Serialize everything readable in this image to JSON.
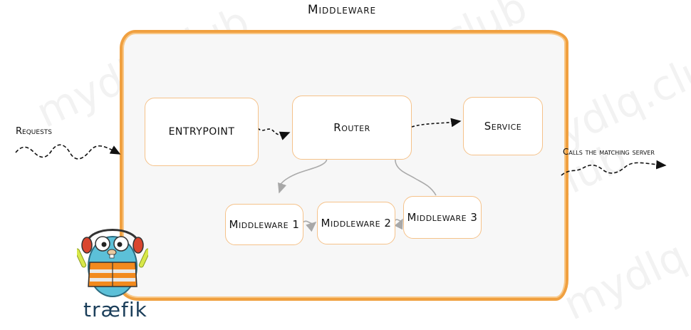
{
  "diagram": {
    "title": "Middleware",
    "nodes": {
      "entrypoint": "ENTRYPOINT",
      "router": "Router",
      "service": "Service",
      "middleware_1": "Middleware 1",
      "middleware_2": "Middleware 2",
      "middleware_3": "Middleware 3"
    },
    "labels": {
      "requests": "Requests",
      "calls_matching_server": "Calls the matching server"
    },
    "edges": [
      {
        "from": "requests",
        "to": "entrypoint",
        "style": "wavy-dashed"
      },
      {
        "from": "entrypoint",
        "to": "router",
        "style": "dashed"
      },
      {
        "from": "router",
        "to": "service",
        "style": "dashed"
      },
      {
        "from": "router",
        "to": "middleware_1",
        "style": "wavy-grey"
      },
      {
        "from": "middleware_1",
        "to": "middleware_2",
        "style": "grey"
      },
      {
        "from": "middleware_2",
        "to": "middleware_3",
        "style": "grey"
      },
      {
        "from": "middleware_3",
        "to": "router",
        "style": "wavy-grey"
      },
      {
        "from": "service",
        "to": "calls_matching_server",
        "style": "wavy-dashed"
      }
    ]
  },
  "logo": {
    "text": "træfik",
    "mascot_icon": "traefik-gopher-icon"
  },
  "watermark": {
    "text": "mydlq.club"
  },
  "colors": {
    "frame_border": "#f0a040",
    "frame_fill": "#f7f7f7",
    "node_border": "#f5c28a",
    "main_arrow": "#111111",
    "middleware_arrow": "#b0b0b0",
    "logo_text": "#1b3e5a"
  }
}
